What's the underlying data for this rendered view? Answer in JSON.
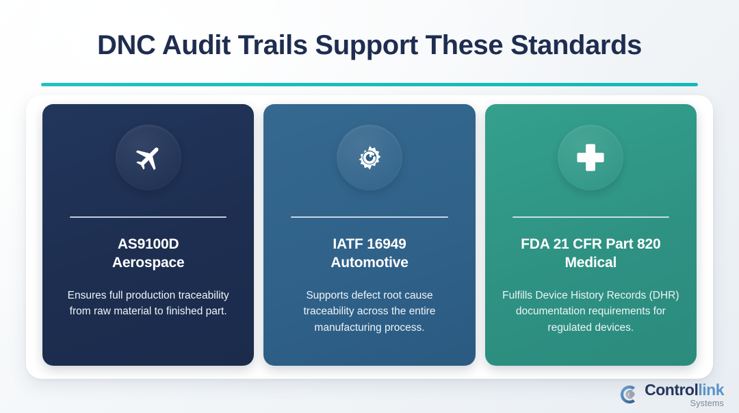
{
  "header": {
    "title": "DNC Audit Trails Support These Standards",
    "accent_color": "#16bdbb",
    "title_color": "#1f2d50"
  },
  "cards": [
    {
      "icon": "airplane-icon",
      "title_line1": "AS9100D",
      "title_line2": "Aerospace",
      "description": "Ensures full production traceability from raw material to finished part.",
      "background_color": "#1d2e50"
    },
    {
      "icon": "gear-icon",
      "title_line1": "IATF 16949",
      "title_line2": "Automotive",
      "description": "Supports defect root cause traceability across the entire manufacturing process.",
      "background_color": "#2f6189"
    },
    {
      "icon": "medical-cross-icon",
      "title_line1": "FDA 21 CFR Part 820",
      "title_line2": "Medical",
      "description": "Fulfills Device History Records (DHR) documentation requirements for regulated devices.",
      "background_color": "#2e9182"
    }
  ],
  "logo": {
    "name_part1": "Control",
    "name_part2": "link",
    "subtitle": "Systems",
    "part1_color": "#24365c",
    "part2_color": "#5b93c7",
    "subtitle_color": "#7d8796"
  }
}
